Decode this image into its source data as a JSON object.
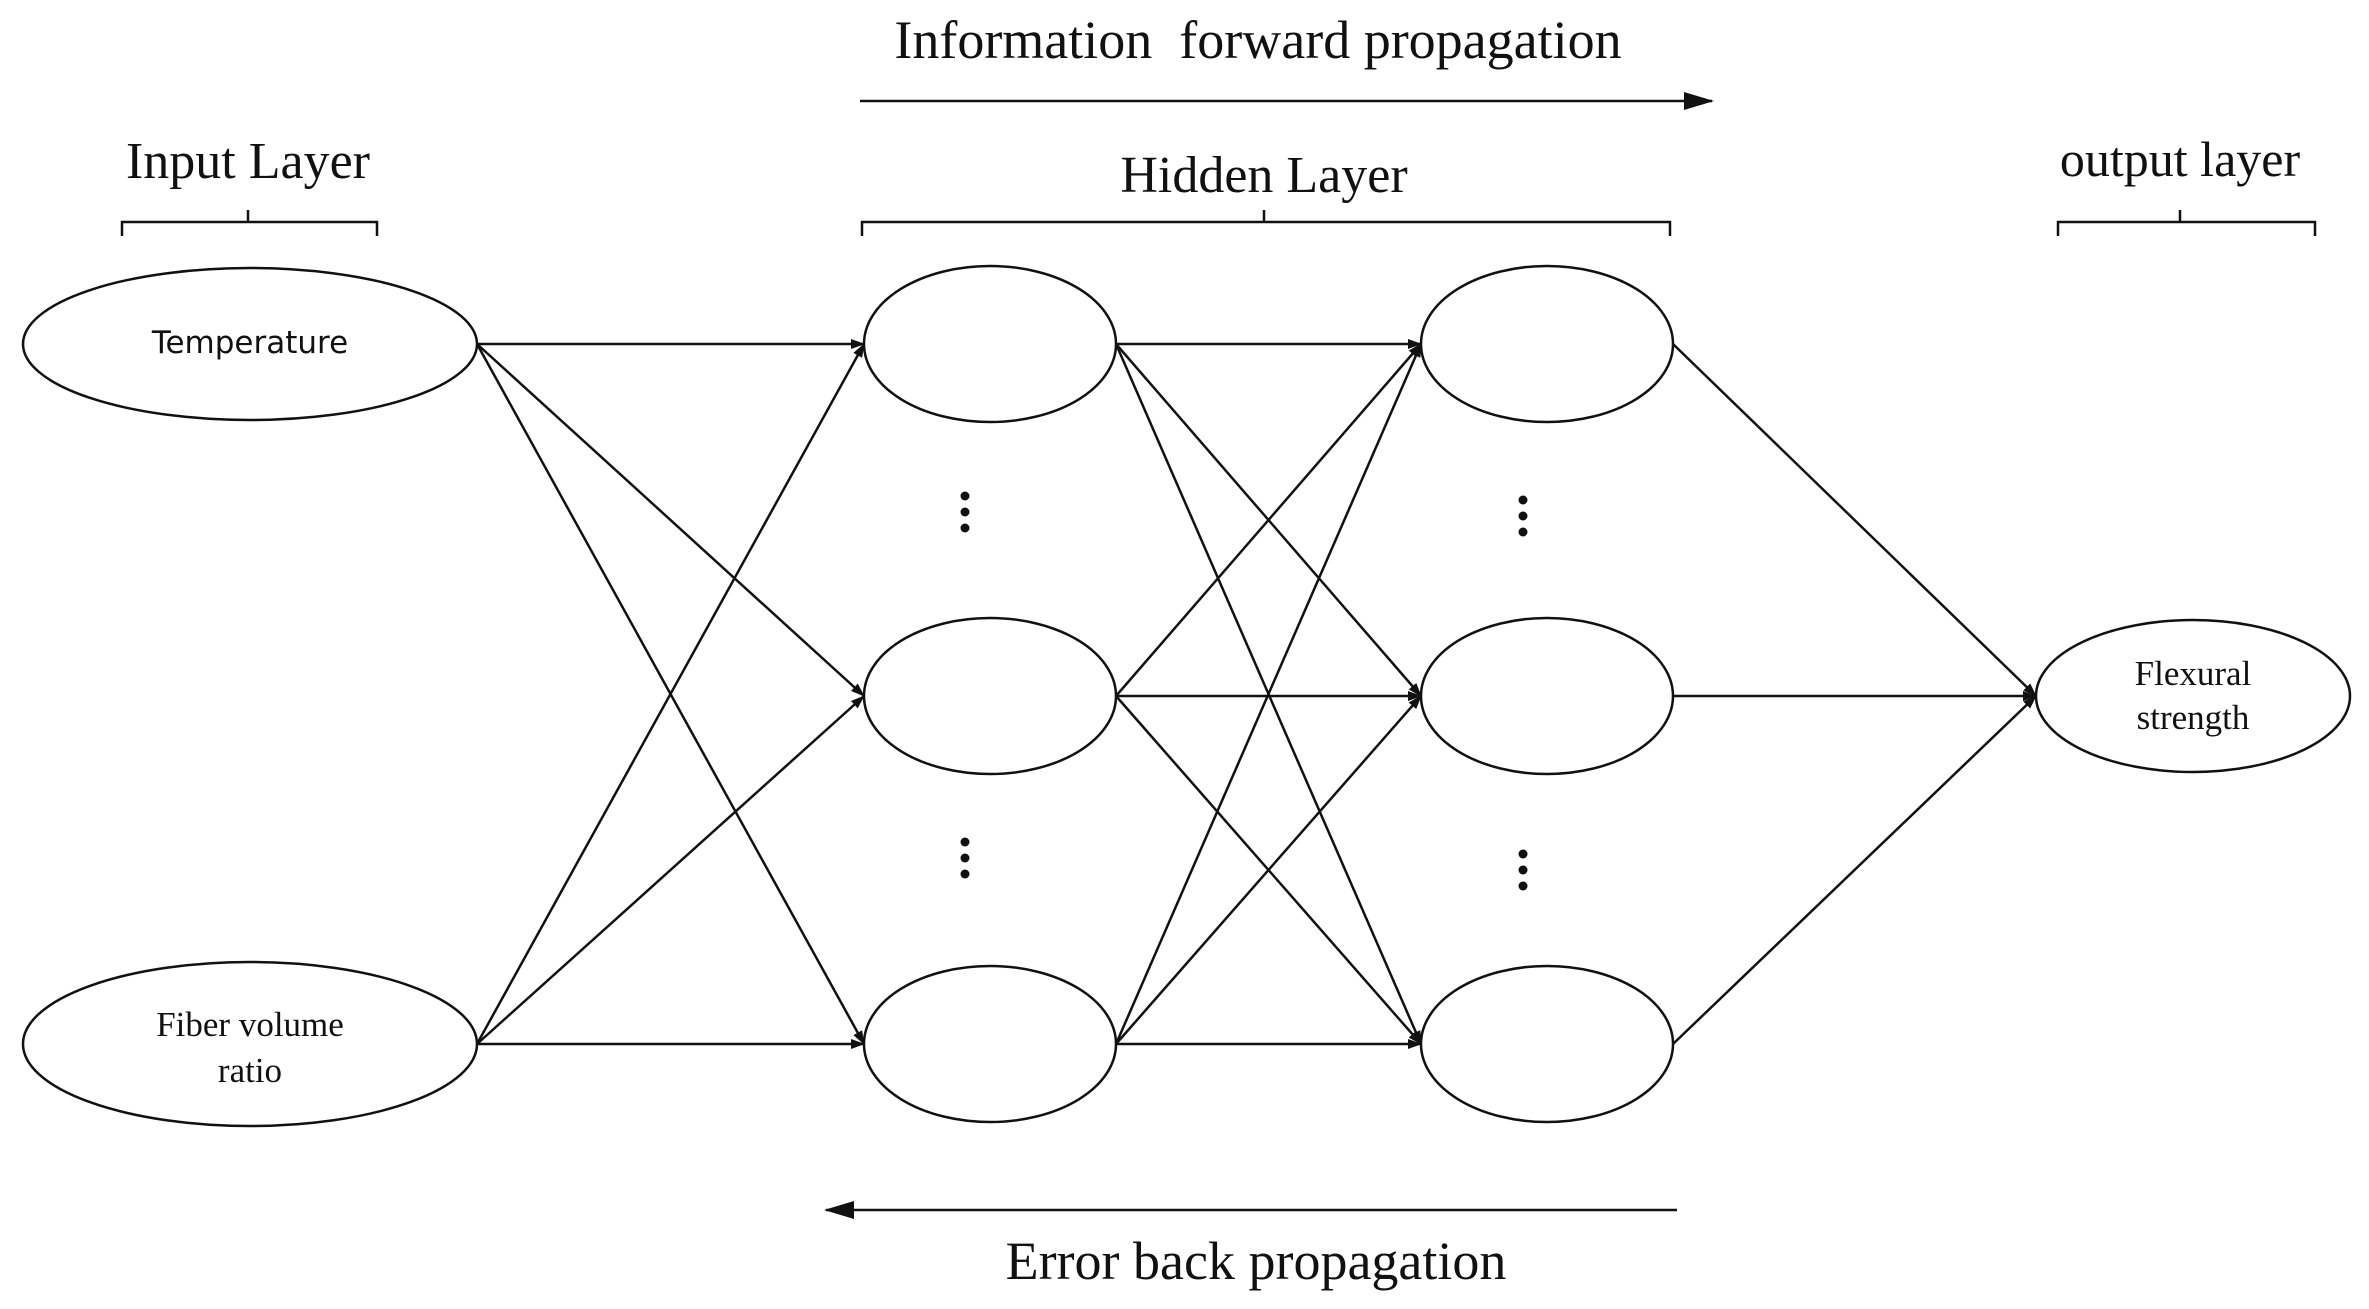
{
  "top_arrow": {
    "label": "Information  forward propagation"
  },
  "bottom_arrow": {
    "label": "Error back propagation"
  },
  "layers": {
    "input": {
      "label": "Input Layer"
    },
    "hidden": {
      "label": "Hidden Layer"
    },
    "output": {
      "label": "output layer"
    }
  },
  "input_nodes": {
    "temperature": [
      "Temperature"
    ],
    "fiber": [
      "Fiber volume",
      "ratio"
    ]
  },
  "output_node": [
    "Flexural",
    "strength"
  ],
  "colors": {
    "ink": "#111111",
    "background": "#ffffff"
  }
}
